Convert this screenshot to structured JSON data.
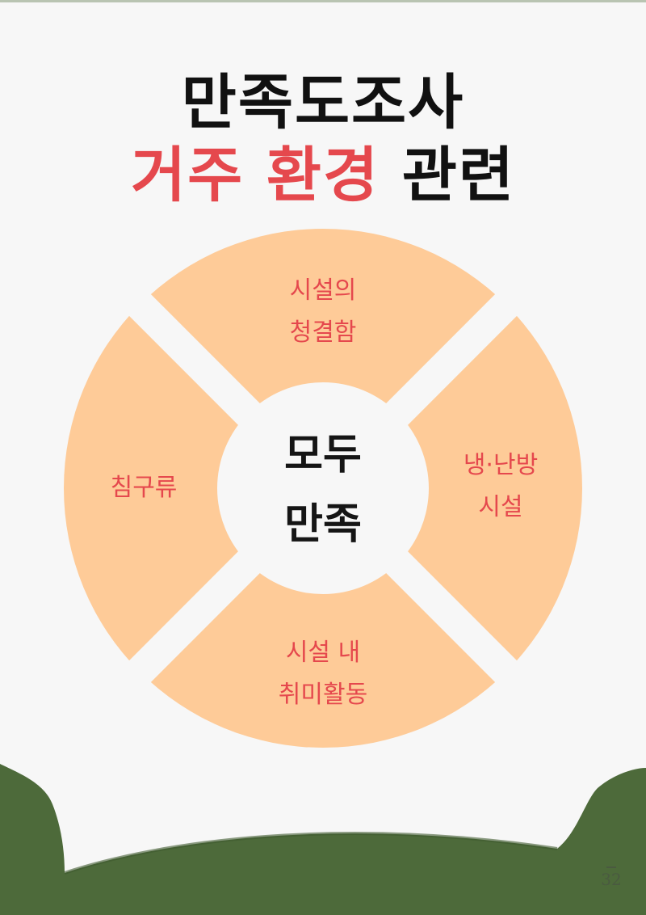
{
  "title": {
    "line1": "만족도조사",
    "line2_highlight": "거주 환경",
    "line2_rest": "관련"
  },
  "wheel": {
    "center": {
      "line1": "모두",
      "line2": "만족"
    },
    "segments": {
      "top": {
        "line1": "시설의",
        "line2": "청결함"
      },
      "right": {
        "line1": "냉·난방",
        "line2": "시설"
      },
      "bottom": {
        "line1": "시설 내",
        "line2": "취미활동"
      },
      "left": {
        "line1": "침구류",
        "line2": ""
      }
    }
  },
  "page_number": "32",
  "colors": {
    "background": "#f7f7f7",
    "segment_fill": "#fecb98",
    "accent_red": "#e5484d",
    "footer_green": "#4d6a3a"
  }
}
